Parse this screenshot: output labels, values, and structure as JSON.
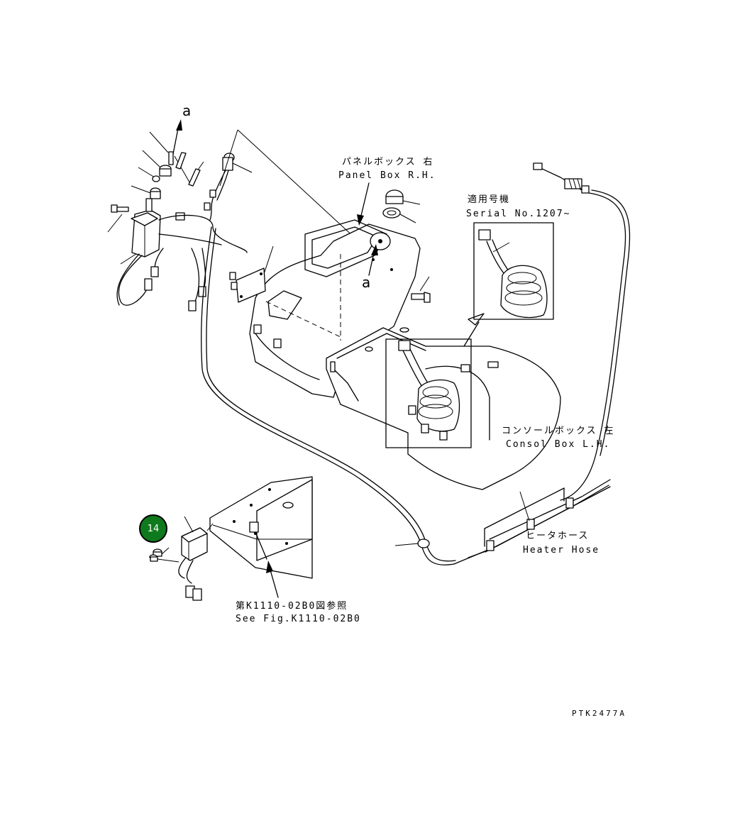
{
  "ref_letters": {
    "top": "a",
    "center": "a"
  },
  "labels": {
    "panel_box_jp": "パネルボックス 右",
    "panel_box_en": "Panel Box R.H.",
    "serial_jp": "適用号機",
    "serial_en": "Serial No.1207~",
    "console_box_jp": "コンソールボックス 左",
    "console_box_en": "Consol Box L.H.",
    "heater_hose_jp": "ヒータホース",
    "heater_hose_en": "Heater Hose",
    "see_fig_jp": "第K1110-02B0図参照",
    "see_fig_en": "See Fig.K1110-02B0"
  },
  "callouts": [
    {
      "number": "14",
      "color": "#0f7a1d"
    }
  ],
  "drawing_number": "PTK2477A"
}
